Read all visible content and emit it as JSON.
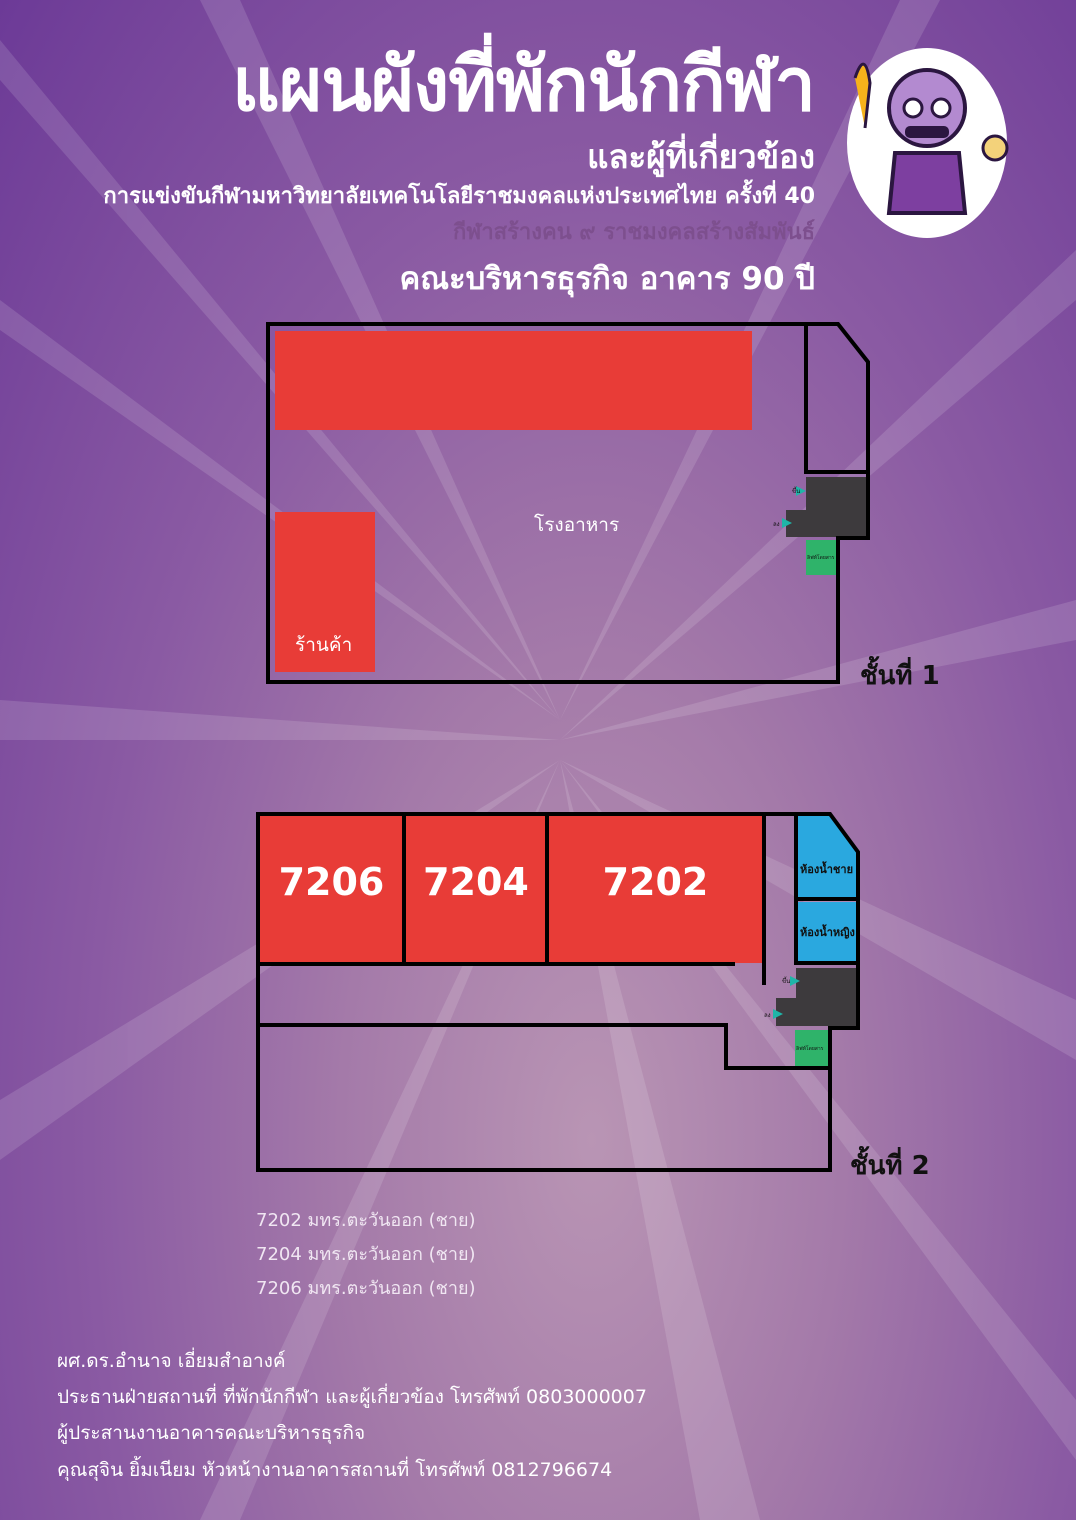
{
  "header": {
    "title": "แผนผังที่พักนักกีฬา",
    "subtitle": "และผู้ที่เกี่ยวข้อง",
    "event": "การแข่งขันกีฬามหาวิทยาลัยเทคโนโลยีราชมงคลแห่งประเทศไทย ครั้งที่ 40",
    "slogan": "กีฬาสร้างคน ๙ ราชมงคลสร้างสัมพันธ์",
    "building": "คณะบริหารธุรกิจ อาคาร 90 ปี"
  },
  "floor1": {
    "label": "ชั้นที่ 1",
    "cafeteria": "โรงอาหาร",
    "shop": "ร้านค้า",
    "up": "ขึ้น",
    "down": "ลง",
    "lift": "ลิฟท์โดยสาร"
  },
  "floor2": {
    "label": "ชั้นที่ 2",
    "rooms": [
      "7206",
      "7204",
      "7202"
    ],
    "men_restroom": "ห้องน้ำชาย",
    "women_restroom": "ห้องน้ำหญิง",
    "up": "ขึ้น",
    "down": "ลง",
    "lift": "ลิฟท์โดยสาร"
  },
  "assignments": [
    "7202 มทร.ตะวันออก (ชาย)",
    "7204 มทร.ตะวันออก (ชาย)",
    "7206 มทร.ตะวันออก (ชาย)"
  ],
  "contacts": [
    "ผศ.ดร.อำนาจ  เอี่ยมสำอางค์",
    "ประธานฝ่ายสถานที่ ที่พักนักกีฬา และผู้เกี่ยวข้อง โทรศัพท์ 0803000007",
    "ผู้ประสานงานอาคารคณะบริหารธุรกิจ",
    "คุณสุจิน  ยิ้มเนียม  หัวหน้างานอาคารสถานที่ โทรศัพท์ 0812796674"
  ],
  "colors": {
    "room": "#e83c37",
    "restroom": "#2aa8df",
    "lift": "#2fb36a",
    "stairs": "#3d3a3d",
    "arrow": "#1fb5a8"
  }
}
